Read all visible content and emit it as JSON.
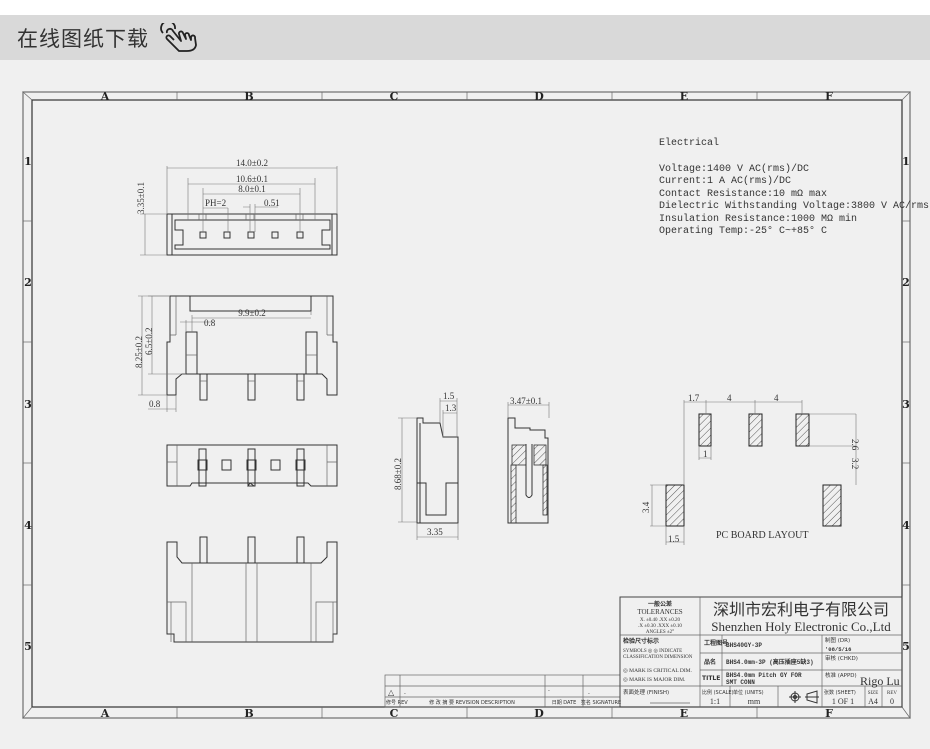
{
  "header": {
    "title": "在线图纸下载",
    "icon": "pointing-hand-icon"
  },
  "frame": {
    "columns": [
      "A",
      "B",
      "C",
      "D",
      "E",
      "F"
    ],
    "rows": [
      "1",
      "2",
      "3",
      "4",
      "5"
    ]
  },
  "electrical": {
    "heading": "Electrical",
    "lines": [
      "Voltage:1400 V AC(rms)/DC",
      "Current:1 A AC(rms)/DC",
      "Contact Resistance:10 mΩ max",
      "Dielectric Withstanding Voltage:3800 V AC/rms",
      "Insulation Resistance:1000 MΩ min",
      "Operating Temp:-25° C~+85° C"
    ]
  },
  "top_view": {
    "d_overall": "14.0±0.2",
    "d_inner": "10.6±0.1",
    "d_pins": "8.0±0.1",
    "d_pitch": "PH=2",
    "d_pin_w": "0.51",
    "d_depth": "3.35±0.1"
  },
  "front_view": {
    "d_height": "8.25±0.2",
    "d_body": "6.5±0.2",
    "d_posts": "9.9±0.2",
    "d_post_w": "0.8",
    "d_leg": "0.8"
  },
  "side_view": {
    "d_top1": "1.5",
    "d_top2": "1.3",
    "d_height": "8.68±0.2",
    "d_width": "3.35"
  },
  "section_view": {
    "d_width": "3.47±0.1"
  },
  "pcb_layout": {
    "label": "PC BOARD LAYOUT",
    "d_offset": "1.7",
    "d_pitch1": "4",
    "d_pitch2": "4",
    "d_pad_h": "2.6",
    "d_gap": "3.2",
    "d_pad_w": "1",
    "d_big_h": "3.4",
    "d_big_w": "1.5"
  },
  "title_block": {
    "tol_cn": "一般公差",
    "tol_en": "TOLERANCES",
    "tol_1": "X. ±0.40  .XX ±0.20",
    "tol_2": ".X ±0.30  .XXX ±0.10",
    "tol_3": "ANGLES   ±2°",
    "company_cn": "深圳市宏利电子有限公司",
    "company_en": "Shenzhen Holy Electronic Co.,Ltd",
    "inspect_cn": "检验尺寸标示",
    "inspect_1": "SYMBOLS ◎ ◎ INDICATE",
    "inspect_2": "CLASSIFICATION DIMENSION",
    "mark_critical": "◎ MARK IS CRITICAL DIM.",
    "mark_major": "◎ MARK IS MAJOR DIM.",
    "finish": "表面处理 (FINISH)",
    "dwg_no_label": "工程图号",
    "dwg_no": "BHS40GY-3P",
    "name_label": "品名",
    "name": "BHS4.0mm-3P (高压插座5缺3)",
    "title_label": "TITLE",
    "title_1": "BHS4.0mm Pitch GY FOR",
    "title_2": "SMT CONN",
    "drawn_label": "制图 (DR)",
    "drawn_date": "'08/5/16",
    "checked_label": "审核 (CHKD)",
    "approved_label": "核准 (APPD)",
    "approved_by": "Rigo Lu",
    "scale_label": "比例 (SCALE)",
    "scale": "1:1",
    "units_label": "单位 (UNITS)",
    "units": "mm",
    "sheet_label": "张数 (SHEET)",
    "sheet": "1 OF 1",
    "size_label": "SIZE",
    "size": "A4",
    "rev_label": "REV",
    "rev": "0"
  },
  "revision_block": {
    "rev_mark": "△",
    "rev_value": "-",
    "date_value": "-",
    "sig_value": "-",
    "col_rev": "修号 REV",
    "col_desc": "修 改 摘 要  REVISION DESCRIPTION",
    "col_date": "日期 DATE",
    "col_sig": "签名 SIGNATURE"
  }
}
